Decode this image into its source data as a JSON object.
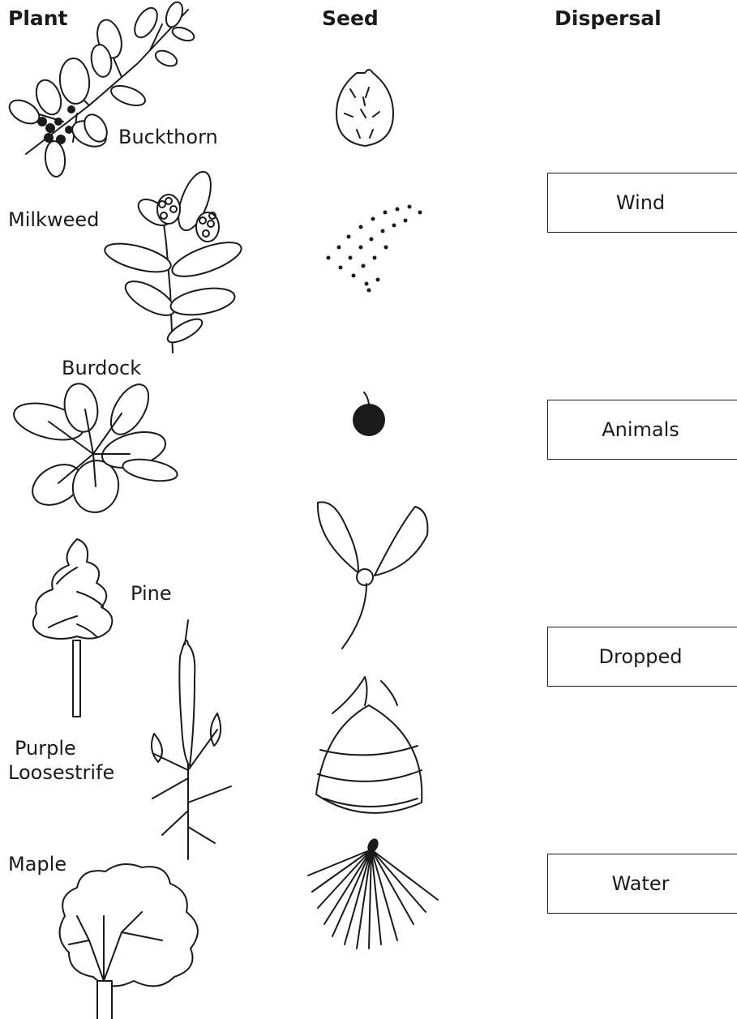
{
  "headers": {
    "plant": "Plant",
    "seed": "Seed",
    "dispersal": "Dispersal"
  },
  "plants": {
    "buckthorn": "Buckthorn",
    "milkweed": "Milkweed",
    "burdock": "Burdock",
    "pine": "Pine",
    "purple_loosestrife_line1": "Purple",
    "purple_loosestrife_line2": "Loosestrife",
    "maple": "Maple"
  },
  "dispersal": [
    "Wind",
    "Animals",
    "Dropped",
    "Water"
  ]
}
